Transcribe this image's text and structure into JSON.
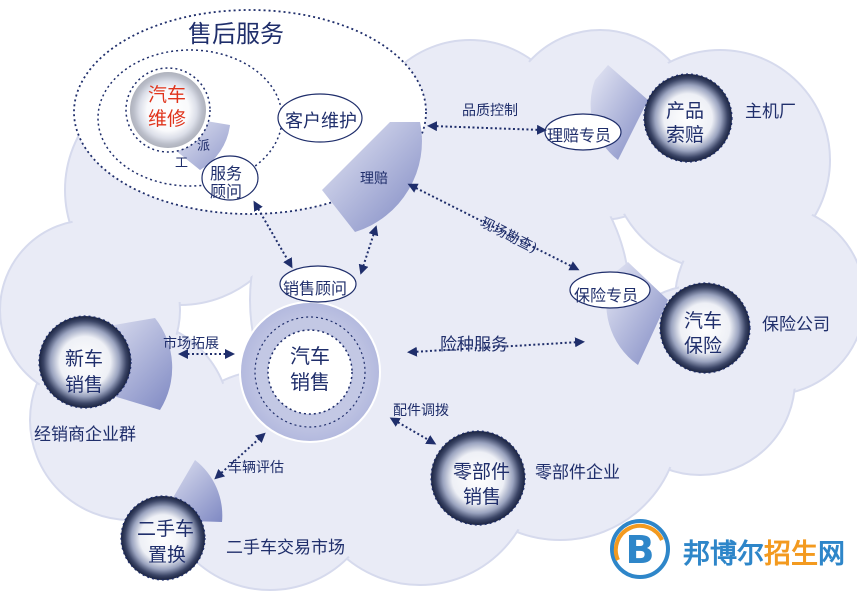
{
  "title": "售后服务",
  "nodes": {
    "auto_repair": [
      "汽车",
      "维修"
    ],
    "customer_maintenance": "客户维护",
    "service_advisor": [
      "服务",
      "顾问"
    ],
    "dispatch": [
      "派",
      "工"
    ],
    "claims": "理赔",
    "sales_advisor": "销售顾问",
    "auto_sales": [
      "汽车",
      "销售"
    ],
    "claims_specialist": "理赔专员",
    "product_claim": [
      "产品",
      "索赔"
    ],
    "oem": "主机厂",
    "insurance_specialist": "保险专员",
    "auto_insurance": [
      "汽车",
      "保险"
    ],
    "insurance_company": "保险公司",
    "new_car_sales": [
      "新车",
      "销售"
    ],
    "dealer_group": "经销商企业群",
    "used_car": [
      "二手车",
      "置换"
    ],
    "used_car_market": "二手车交易市场",
    "parts_sales": [
      "零部件",
      "销售"
    ],
    "parts_company": "零部件企业"
  },
  "links": {
    "quality_control": "品质控制",
    "site_survey": "现场勘查)",
    "insurance_service": "险种服务",
    "market_expansion": "市场拓展",
    "vehicle_evaluation": "车辆评估",
    "parts_allocation": "配件调拨"
  },
  "watermark": {
    "left": "邦博尔",
    "highlight": "招生",
    "right": "网"
  },
  "colors": {
    "cloud": "#e9ebf6",
    "cloud_edge": "#d8dcee",
    "navy": "#1f2e6b",
    "accent_red": "#e0341c",
    "wedge": "#8f98cc",
    "watermark_blue": "#2e86c9",
    "watermark_orange": "#f39a1f"
  }
}
